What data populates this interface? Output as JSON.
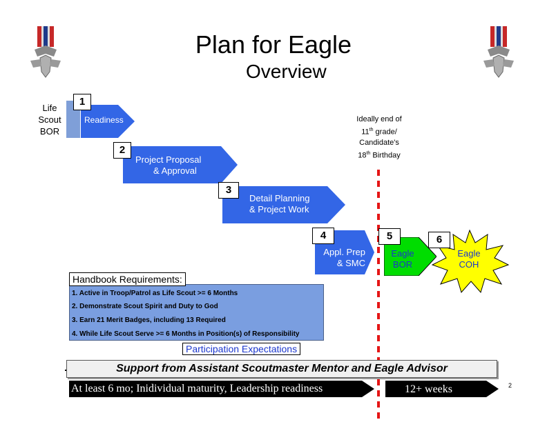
{
  "title": "Plan for Eagle",
  "subtitle": "Overview",
  "life_scout": "Life Scout BOR",
  "ideal_note": {
    "line1": "Ideally end of",
    "line2_a": "11",
    "line2_sup": "th",
    "line2_b": " grade/",
    "line3": "Candidate's",
    "line4_a": "18",
    "line4_sup": "th",
    "line4_b": " Birthday"
  },
  "steps": [
    {
      "number": "1",
      "label": "Readiness"
    },
    {
      "number": "2",
      "label_line1": "Project Proposal",
      "label_line2": "& Approval"
    },
    {
      "number": "3",
      "label_line1": "Detail Planning",
      "label_line2": "& Project Work"
    },
    {
      "number": "4",
      "label_line1": "Appl. Prep",
      "label_line2": "& SMC"
    },
    {
      "number": "5",
      "label_line1": "Eagle",
      "label_line2": "BOR"
    },
    {
      "number": "6",
      "label_line1": "Eagle",
      "label_line2": "COH"
    }
  ],
  "handbook": {
    "heading": "Handbook Requirements:",
    "items": [
      "1. Active in Troop/Patrol as Life Scout >= 6 Months",
      "2. Demonstrate Scout Spirit and Duty to God",
      "3. Earn 21 Merit Badges, including 13 Required",
      "4. While Life Scout Serve >= 6 Months in Position(s) of Responsibility"
    ]
  },
  "participation": "Participation Expectations",
  "support": "Support from Assistant Scoutmaster Mentor and Eagle Advisor",
  "bottom_left": "At least 6 mo;  Inidividual maturity, Leadership readiness",
  "bottom_right": "12+   weeks",
  "page_number": "2",
  "colors": {
    "arrow_blue": "#3366e6",
    "requirements_blue": "#7a9ee0",
    "eagle_bor_green": "#00dd00",
    "eagle_coh_yellow": "#ffff00",
    "milestone_red": "#e51616"
  },
  "icons": {
    "left_medal": "eagle-medal-icon",
    "right_medal": "eagle-medal-icon"
  }
}
